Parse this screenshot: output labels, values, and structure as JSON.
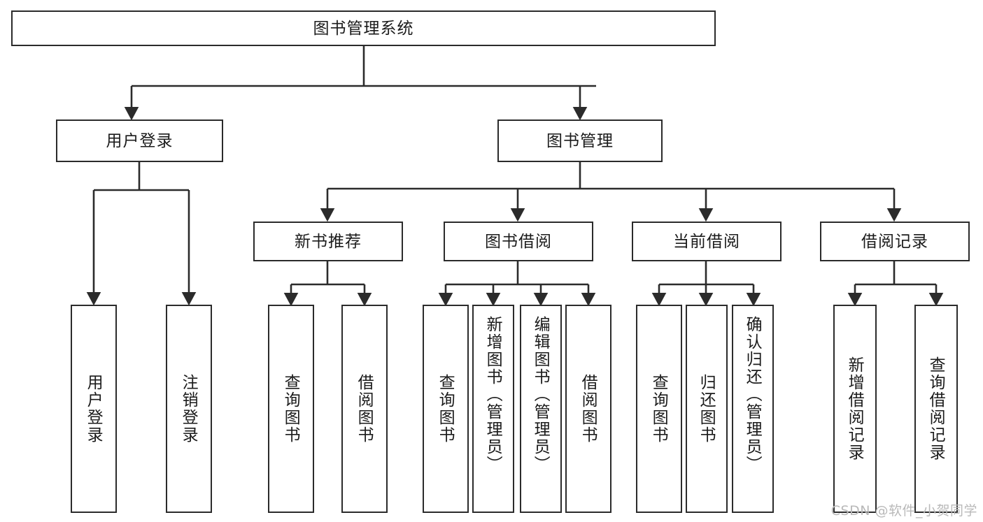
{
  "diagram": {
    "type": "tree-hierarchy-chart",
    "title": "图书管理系统",
    "watermark": "CSDN @软件_小贺同学",
    "colors": {
      "stroke": "#2b2b2b",
      "fill": "#ffffff",
      "text": "#1b1b1b",
      "watermark": "#b9b9b9"
    },
    "root": {
      "label": "图书管理系统"
    },
    "level2": [
      {
        "label": "用户登录"
      },
      {
        "label": "图书管理"
      }
    ],
    "level3": [
      {
        "label": "新书推荐"
      },
      {
        "label": "图书借阅"
      },
      {
        "label": "当前借阅"
      },
      {
        "label": "借阅记录"
      }
    ],
    "leaves": {
      "user_login": [
        {
          "label": "用户登录"
        },
        {
          "label": "注销登录"
        }
      ],
      "new_book": [
        {
          "label": "查询图书"
        },
        {
          "label": "借阅图书"
        }
      ],
      "book_borrow": [
        {
          "label": "查询图书"
        },
        {
          "label": "新增图书（管理员）"
        },
        {
          "label": "编辑图书（管理员）"
        },
        {
          "label": "借阅图书"
        }
      ],
      "current_borrow": [
        {
          "label": "查询图书"
        },
        {
          "label": "归还图书"
        },
        {
          "label": "确认归还（管理员）"
        }
      ],
      "borrow_record": [
        {
          "label": "新增借阅记录"
        },
        {
          "label": "查询借阅记录"
        }
      ]
    }
  }
}
